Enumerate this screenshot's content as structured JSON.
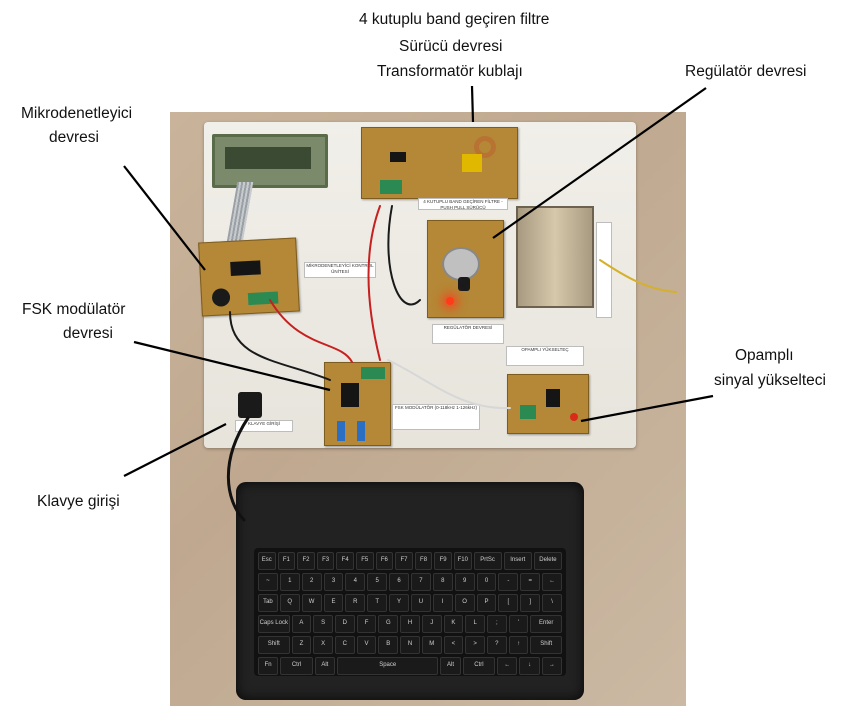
{
  "labels": {
    "filter_line1": "4 kutuplu band geçiren filtre",
    "filter_line2": "Sürücü devresi",
    "filter_line3": "Transformatör kublajı",
    "regulator": "Regülatör devresi",
    "micro_line1": "Mikrodenetleyici",
    "micro_line2": "devresi",
    "fsk_line1": "FSK modülatör",
    "fsk_line2": "devresi",
    "opamp_line1": "Opamplı",
    "opamp_line2": "sinyal yükselteci",
    "keyboard_input": "Klavye girişi"
  },
  "board_tags": {
    "micro": "MİKRODENETLEYİCİ KONTROL ÜNİTESİ",
    "filter": "4 KUTUPLU BAND GEÇİREN FİLTRE - PUSH PULL SÜRÜCÜ",
    "regulator": "REGÜLATÖR DEVRESİ",
    "opamp": "OPAMPLI YÜKSELTEÇ",
    "fsk": "FSK MODÜLATÖR (0-118kHz 1-126kHz)",
    "keyboard": "KLAVYE GİRİŞİ"
  },
  "keyboard_rows": [
    [
      "Esc",
      "F1",
      "F2",
      "F3",
      "F4",
      "F5",
      "F6",
      "F7",
      "F8",
      "F9",
      "F10",
      "PrtSc",
      "Insert",
      "Delete"
    ],
    [
      "~",
      "1",
      "2",
      "3",
      "4",
      "5",
      "6",
      "7",
      "8",
      "9",
      "0",
      "-",
      "=",
      "←"
    ],
    [
      "Tab",
      "Q",
      "W",
      "E",
      "R",
      "T",
      "Y",
      "U",
      "I",
      "O",
      "P",
      "[",
      "]",
      "\\"
    ],
    [
      "Caps Lock",
      "A",
      "S",
      "D",
      "F",
      "G",
      "H",
      "J",
      "K",
      "L",
      ";",
      "'",
      "Enter"
    ],
    [
      "Shift",
      "Z",
      "X",
      "C",
      "V",
      "B",
      "N",
      "M",
      "<",
      ">",
      "?",
      "↑",
      "Shift"
    ],
    [
      "Fn",
      "Ctrl",
      "Alt",
      "Space",
      "Alt",
      "Ctrl",
      "←",
      "↓",
      "→"
    ]
  ],
  "colors": {
    "pcb": "#b48836",
    "board": "#eceae3",
    "wood": "#c6b19a",
    "keyboard": "#222222",
    "led": "#ff3b1a"
  }
}
